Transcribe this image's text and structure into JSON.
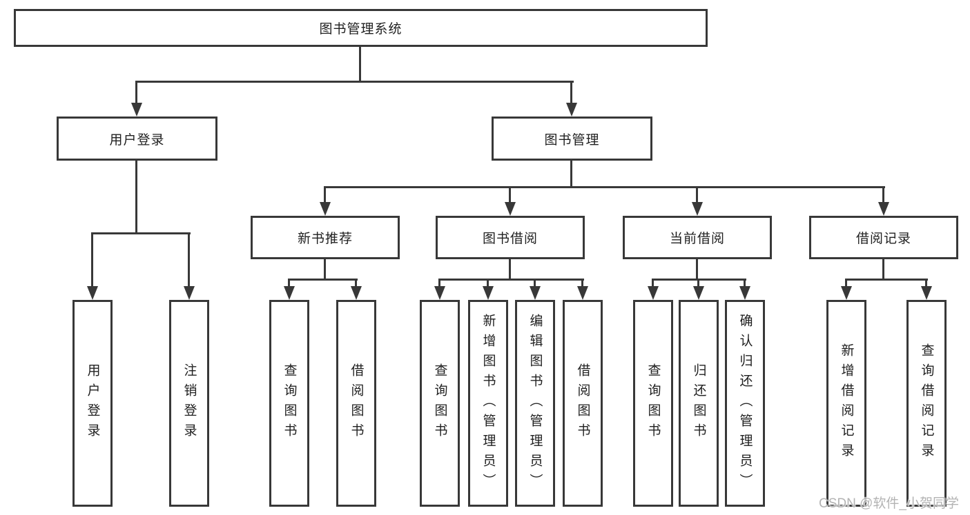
{
  "colors": {
    "line": "#383838",
    "text": "#1f1f1f",
    "box_fill": "#ffffff",
    "watermark": "#b3b3b3"
  },
  "watermark": {
    "text": "CSDN @软件_小贺同学"
  },
  "tree": {
    "root": {
      "label": "图书管理系统",
      "children": [
        {
          "label": "用户登录",
          "children": [
            {
              "label": "用户登录"
            },
            {
              "label": "注销登录"
            }
          ]
        },
        {
          "label": "图书管理",
          "children": [
            {
              "label": "新书推荐",
              "children": [
                {
                  "label": "查询图书"
                },
                {
                  "label": "借阅图书"
                }
              ]
            },
            {
              "label": "图书借阅",
              "children": [
                {
                  "label": "查询图书"
                },
                {
                  "label": "新增图书（管理员）"
                },
                {
                  "label": "编辑图书（管理员）"
                },
                {
                  "label": "借阅图书"
                }
              ]
            },
            {
              "label": "当前借阅",
              "children": [
                {
                  "label": "查询图书"
                },
                {
                  "label": "归还图书"
                },
                {
                  "label": "确认归还（管理员）"
                }
              ]
            },
            {
              "label": "借阅记录",
              "children": [
                {
                  "label": "新增借阅记录"
                },
                {
                  "label": "查询借阅记录"
                }
              ]
            }
          ]
        }
      ]
    }
  }
}
